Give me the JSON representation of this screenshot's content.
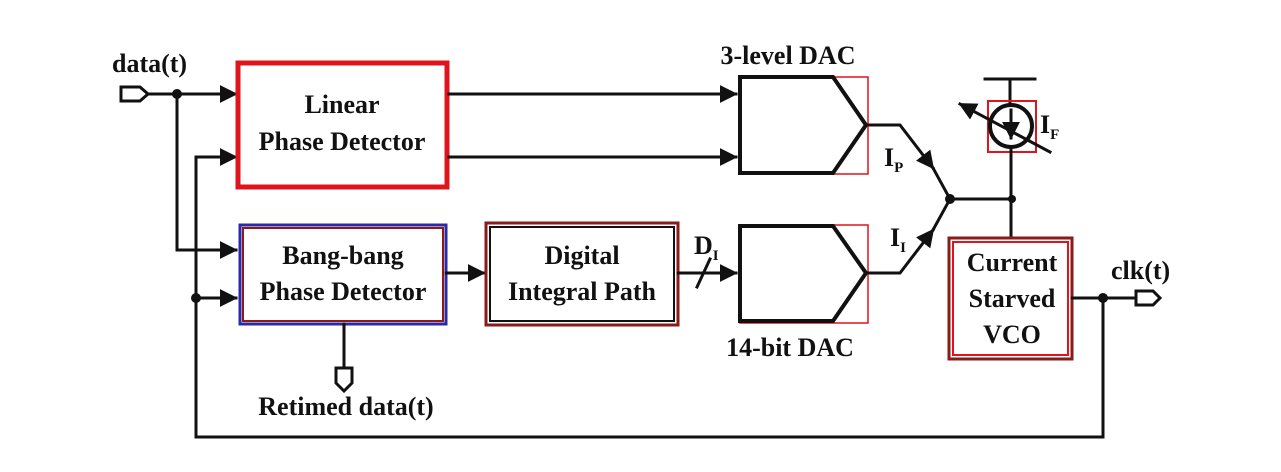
{
  "labels": {
    "data_in": "data(t)",
    "clk_out": "clk(t)",
    "retimed": "Retimed data(t)",
    "dac3_title": "3-level DAC",
    "dac14_title": "14-bit DAC",
    "ip_main": "I",
    "ip_sub": "P",
    "ii_main": "I",
    "ii_sub": "I",
    "if_main": "I",
    "if_sub": "F",
    "di_main": "D",
    "di_sub": "I"
  },
  "blocks": {
    "lpd": [
      "Linear",
      "Phase Detector"
    ],
    "bbpd": [
      "Bang-bang",
      "Phase Detector"
    ],
    "dip": [
      "Digital",
      "Integral Path"
    ],
    "vco": [
      "Current",
      "Starved",
      "VCO"
    ]
  },
  "colors": {
    "red": "#e0141c",
    "dark_red": "#8b1a1a",
    "blue": "#2a2aa8",
    "wire": "#111111"
  }
}
